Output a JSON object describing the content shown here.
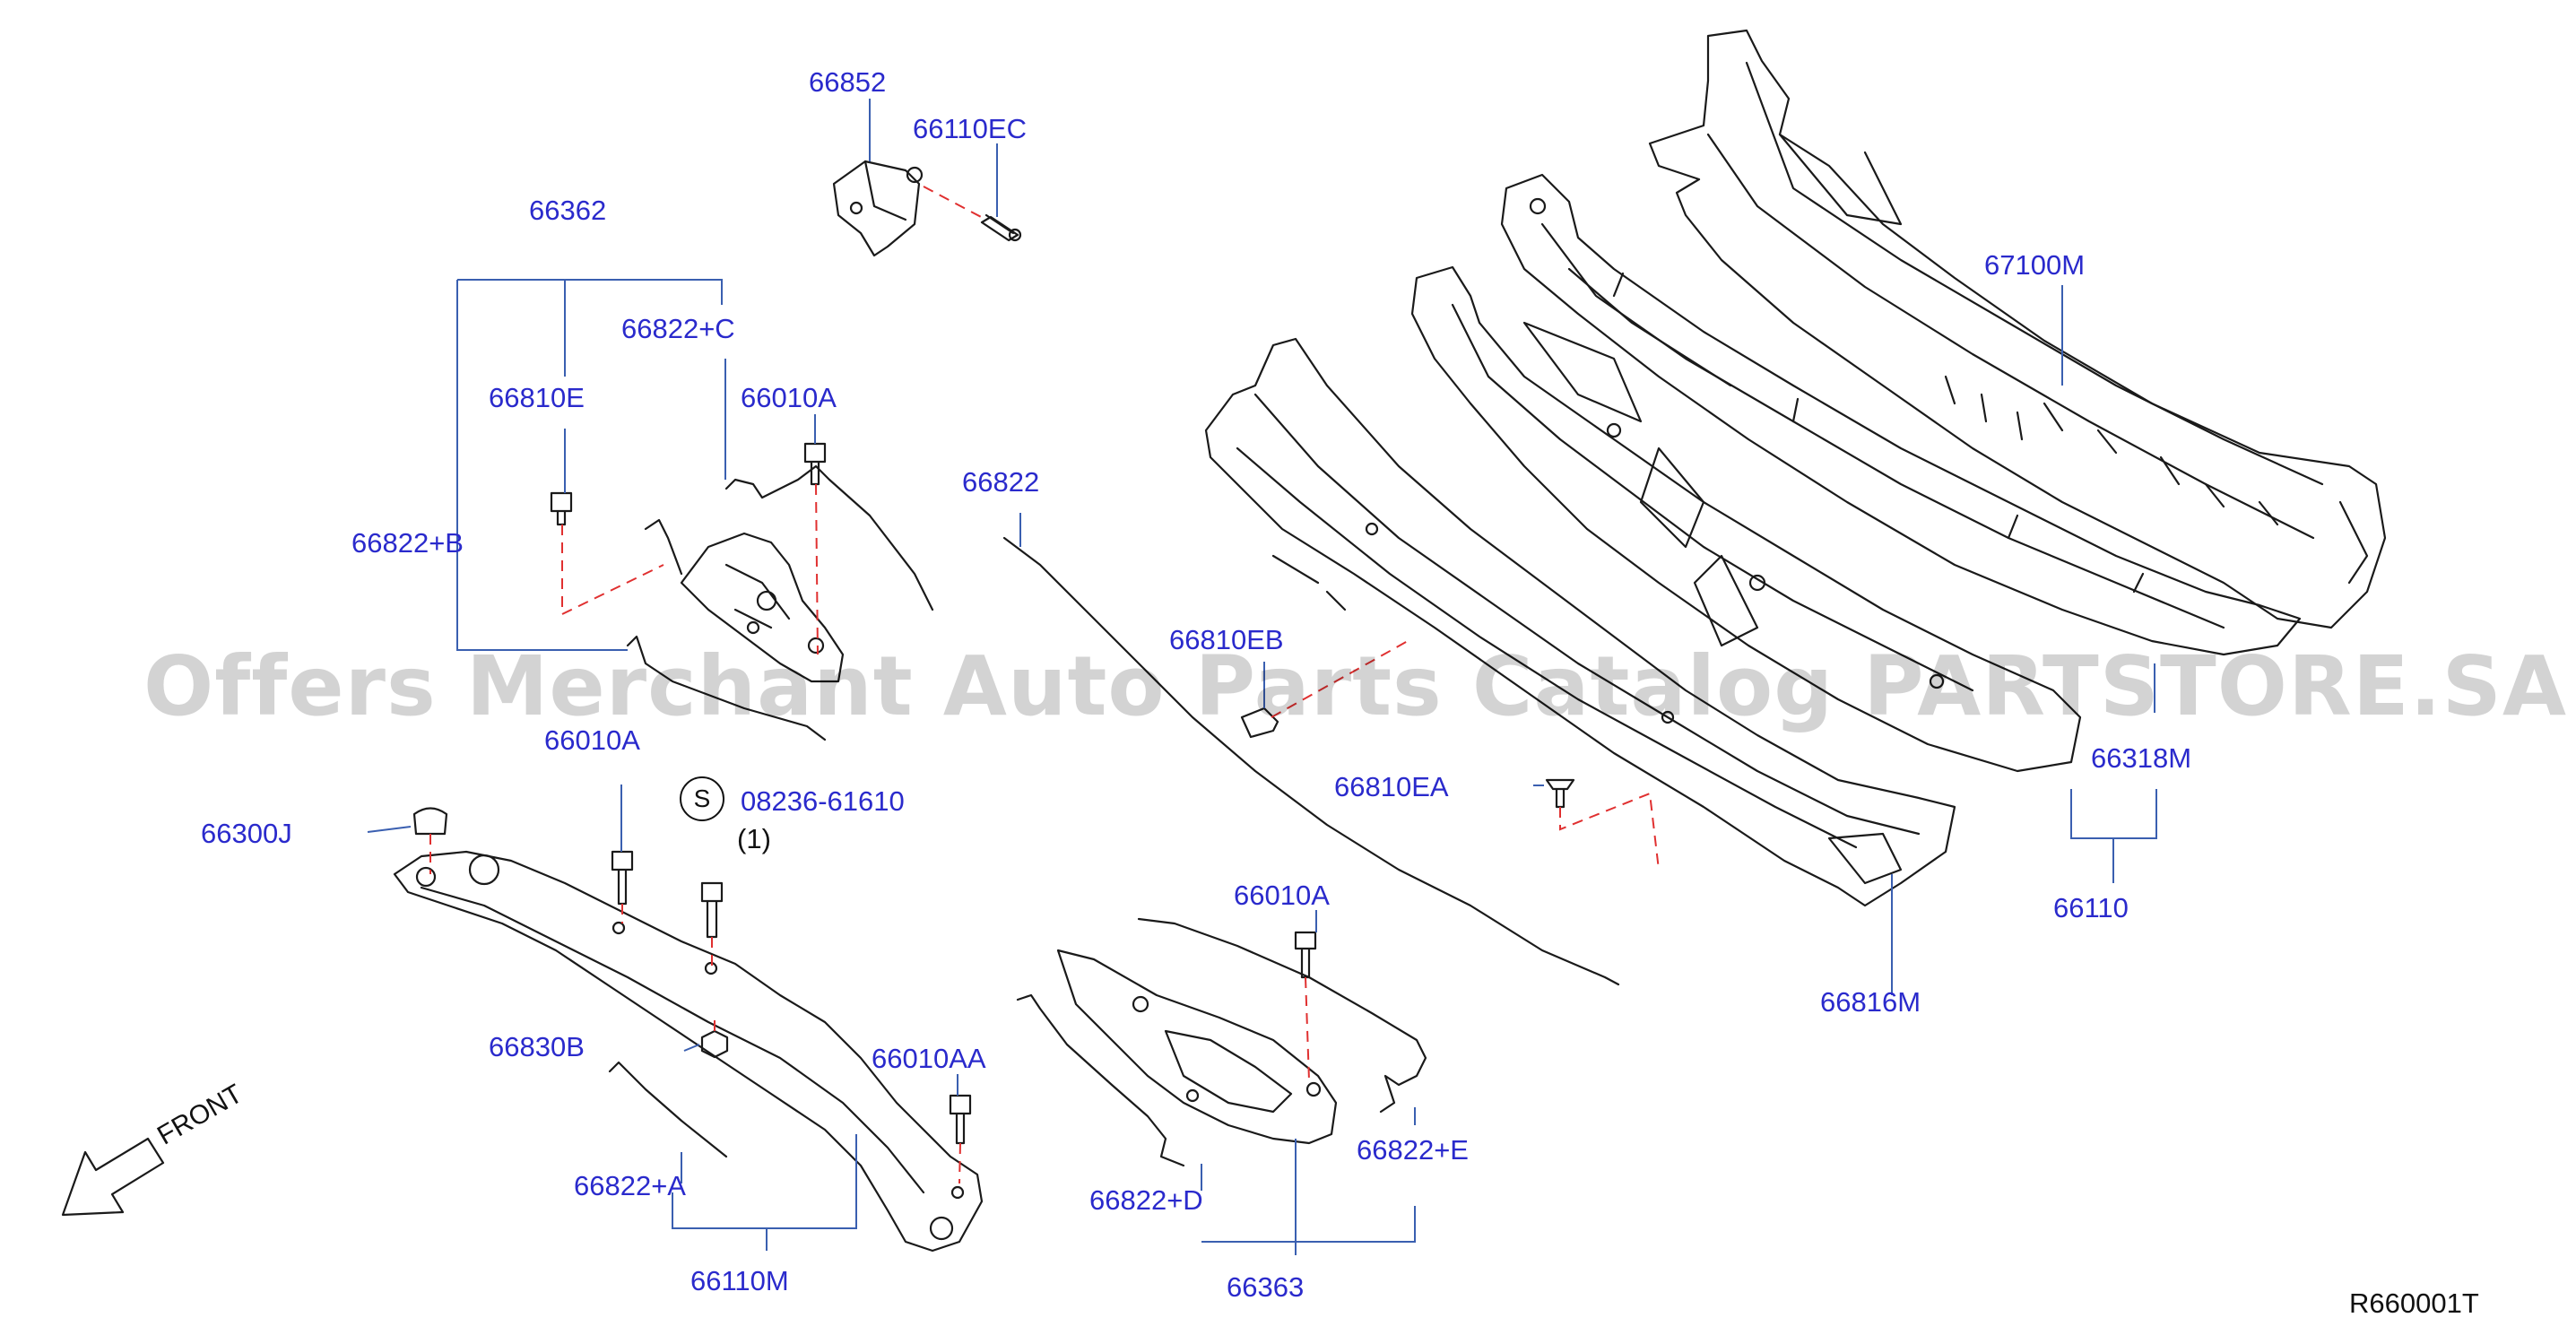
{
  "watermark": "Offers Merchant Auto Parts Catalog PARTSTORE.SA",
  "diagram_code": "R660001T",
  "front_label": "FRONT",
  "standard_part": {
    "symbol": "S",
    "number": "08236-61610",
    "quantity": "(1)"
  },
  "labels": {
    "p66852": "66852",
    "p66110EC": "66110EC",
    "p66362": "66362",
    "p66822C": "66822+C",
    "p66810E": "66810E",
    "p66010A_top": "66010A",
    "p66822B": "66822+B",
    "p66822": "66822",
    "p67100M": "67100M",
    "p66810EB": "66810EB",
    "p66010A_mid": "66010A",
    "p66300J": "66300J",
    "p66810EA": "66810EA",
    "p66318M": "66318M",
    "p66110": "66110",
    "p66010A_low": "66010A",
    "p66816M": "66816M",
    "p66830B": "66830B",
    "p66010AA": "66010AA",
    "p66822A": "66822+A",
    "p66822D": "66822+D",
    "p66822E": "66822+E",
    "p66110M": "66110M",
    "p66363": "66363"
  },
  "colors": {
    "label": "#2a2acc",
    "line": "#1a1a1a",
    "leader": "#3a5fb0",
    "dashed": "#e03030"
  }
}
